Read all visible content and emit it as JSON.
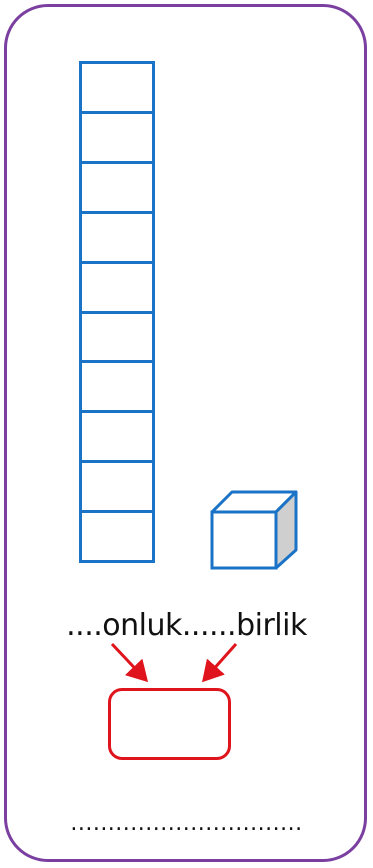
{
  "colors": {
    "frame": "#7a3fa0",
    "block": "#1a73c7",
    "cube_side": "#cfcfcf",
    "arrow": "#e0141c",
    "text": "#111111"
  },
  "model": {
    "ten_rod_cells": 10,
    "unit_cubes": 1
  },
  "question": {
    "text": "....onluk......birlik"
  },
  "answer": {
    "line": "..............................."
  },
  "icons": {
    "left_arrow": "arrow-down-right-icon",
    "right_arrow": "arrow-down-left-icon",
    "cube": "unit-cube-icon"
  }
}
